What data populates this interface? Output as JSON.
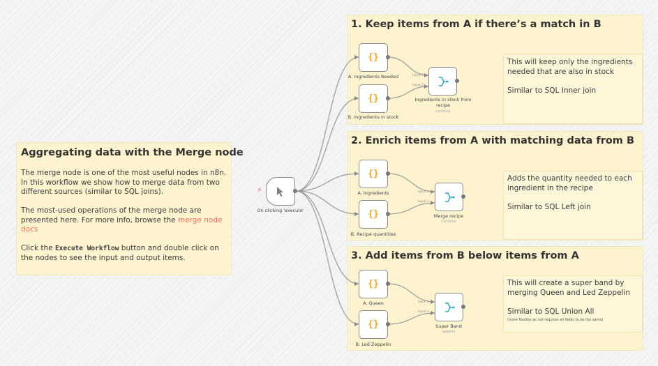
{
  "main_note": {
    "title": "Aggregating data with the Merge node",
    "p1": "The merge node is one of the most useful nodes in n8n. In this workflow we show how to merge data from two different sources (similar to SQL joins).",
    "p2_pre": "The most-used operations of the merge node are presented here. For more info, browse the ",
    "p2_link": "merge node docs",
    "p3_pre": "Click the ",
    "p3_code": "Execute Workflow",
    "p3_post": " button and double click on the nodes to see the input and output items."
  },
  "trigger": {
    "label": "On clicking 'execute'",
    "icon": "cursor-icon",
    "badge_icon": "bolt-icon"
  },
  "sections": [
    {
      "title": "1. Keep items from A if there’s a match in B",
      "node_a": "A. Ingredients Needed",
      "node_b": "B. Ingredients in stock",
      "merge_label": "Ingredients in stock from recipe",
      "merge_mode": "combine",
      "input1": "Input 1",
      "input2": "Input 2",
      "desc": "This will keep only the ingredients needed that are also in stock",
      "sql": "Similar to SQL Inner join",
      "small": ""
    },
    {
      "title": "2. Enrich items from A with matching data from B",
      "node_a": "A. Ingredients",
      "node_b": "B. Recipe quantities",
      "merge_label": "Merge recipe",
      "merge_mode": "combine",
      "input1": "Input 1",
      "input2": "Input 2",
      "desc": "Adds the quantity needed to each ingredient in the recipe",
      "sql": "Similar to SQL Left join",
      "small": ""
    },
    {
      "title": "3. Add items from B below items from A",
      "node_a": "A. Queen",
      "node_b": "B. Led Zeppelin",
      "merge_label": "Super Band",
      "merge_mode": "append",
      "input1": "Input 1",
      "input2": "Input 2",
      "desc": "This will create a super band by merging Queen and Led Zeppelin",
      "sql": "Similar to SQL Union All",
      "small": "(more flexible as not requires all fields to be the same)"
    }
  ],
  "code_node_icon": "code-braces-icon",
  "merge_node_icon": "merge-icon",
  "colors": {
    "note_bg": "#fdf4cf",
    "brace": "#f5a623",
    "merge_icon": "#2aa8c4",
    "link": "#ff6d5a"
  }
}
